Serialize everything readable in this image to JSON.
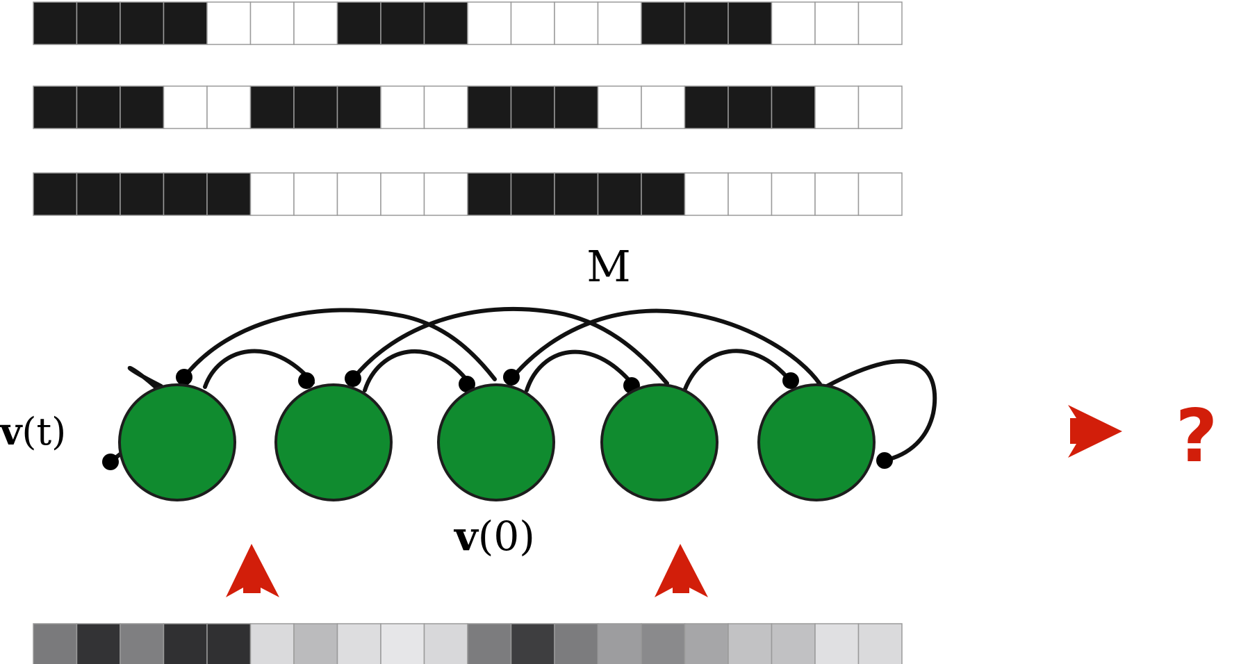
{
  "binary_rows": [
    [
      1,
      1,
      1,
      1,
      0,
      0,
      0,
      1,
      1,
      1,
      0,
      0,
      0,
      0,
      1,
      1,
      1,
      0,
      0,
      0
    ],
    [
      1,
      1,
      1,
      0,
      0,
      1,
      1,
      1,
      0,
      0,
      1,
      1,
      1,
      0,
      0,
      1,
      1,
      1,
      0,
      0
    ],
    [
      1,
      1,
      1,
      1,
      1,
      0,
      0,
      0,
      0,
      0,
      1,
      1,
      1,
      1,
      1,
      0,
      0,
      0,
      0,
      0
    ]
  ],
  "gray_row": [
    "#7a7a7c",
    "#333335",
    "#7f7f81",
    "#303032",
    "#303032",
    "#dadadc",
    "#bbbbbd",
    "#dddddf",
    "#e6e6e8",
    "#d8d8da",
    "#7c7c7e",
    "#3e3e40",
    "#7c7c7e",
    "#9d9d9f",
    "#8a8a8c",
    "#a6a6a8",
    "#c2c2c4",
    "#c1c1c3",
    "#e0e0e2",
    "#dadadc"
  ],
  "colors": {
    "filled_cell": "#1a1a1a",
    "empty_cell": "#ffffff",
    "cell_border": "#9a9a9a",
    "node_fill": "#108b2f",
    "node_stroke": "#1d1d1d",
    "arrow_red": "#d21e0a"
  },
  "labels": {
    "matrix": "M",
    "vt_v": "v",
    "vt_rest": "(t)",
    "v0_v": "v",
    "v0_rest": "(0)",
    "question": "?"
  }
}
